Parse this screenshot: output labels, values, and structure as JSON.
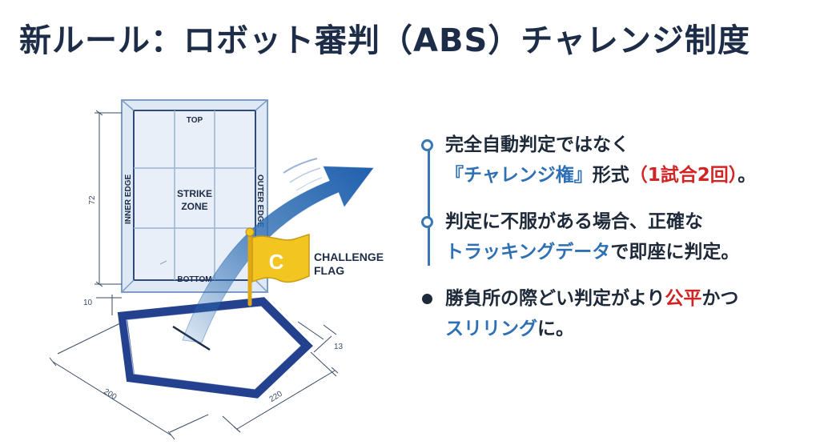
{
  "title": "新ルール：ロボット審判（ABS）チャレンジ制度",
  "diagram": {
    "top": "TOP",
    "bottom": "BOTTOM",
    "inner_edge": "INNER EDGE",
    "outer_edge": "OUTER EDGE",
    "strike": "STRIKE",
    "zone": "ZONE",
    "dim_72": "72",
    "dim_10": "10",
    "dim_13": "13",
    "dim_200": "200",
    "dim_220": "220",
    "flag_letter": "C",
    "flag_label_1": "CHALLENGE",
    "flag_label_2": "FLAG",
    "colors": {
      "navy": "#23418f",
      "accent": "#2f6fb3",
      "flag": "#f3c521"
    }
  },
  "bullets": [
    {
      "lines": [
        [
          {
            "text": "完全自動判定ではなく"
          }
        ],
        [
          {
            "text": "『チャレンジ権』",
            "style": "blue"
          },
          {
            "text": "形式"
          },
          {
            "text": "（1試合2回）",
            "style": "red"
          },
          {
            "text": "。"
          }
        ]
      ]
    },
    {
      "lines": [
        [
          {
            "text": "判定に不服がある場合、正確な"
          }
        ],
        [
          {
            "text": "トラッキングデータ",
            "style": "blue"
          },
          {
            "text": "で即座に判定。"
          }
        ]
      ]
    },
    {
      "lines": [
        [
          {
            "text": "勝負所の際どい判定がより"
          },
          {
            "text": "公平",
            "style": "red"
          },
          {
            "text": "かつ"
          }
        ],
        [
          {
            "text": "スリリング",
            "style": "blue"
          },
          {
            "text": "に。"
          }
        ]
      ]
    }
  ]
}
